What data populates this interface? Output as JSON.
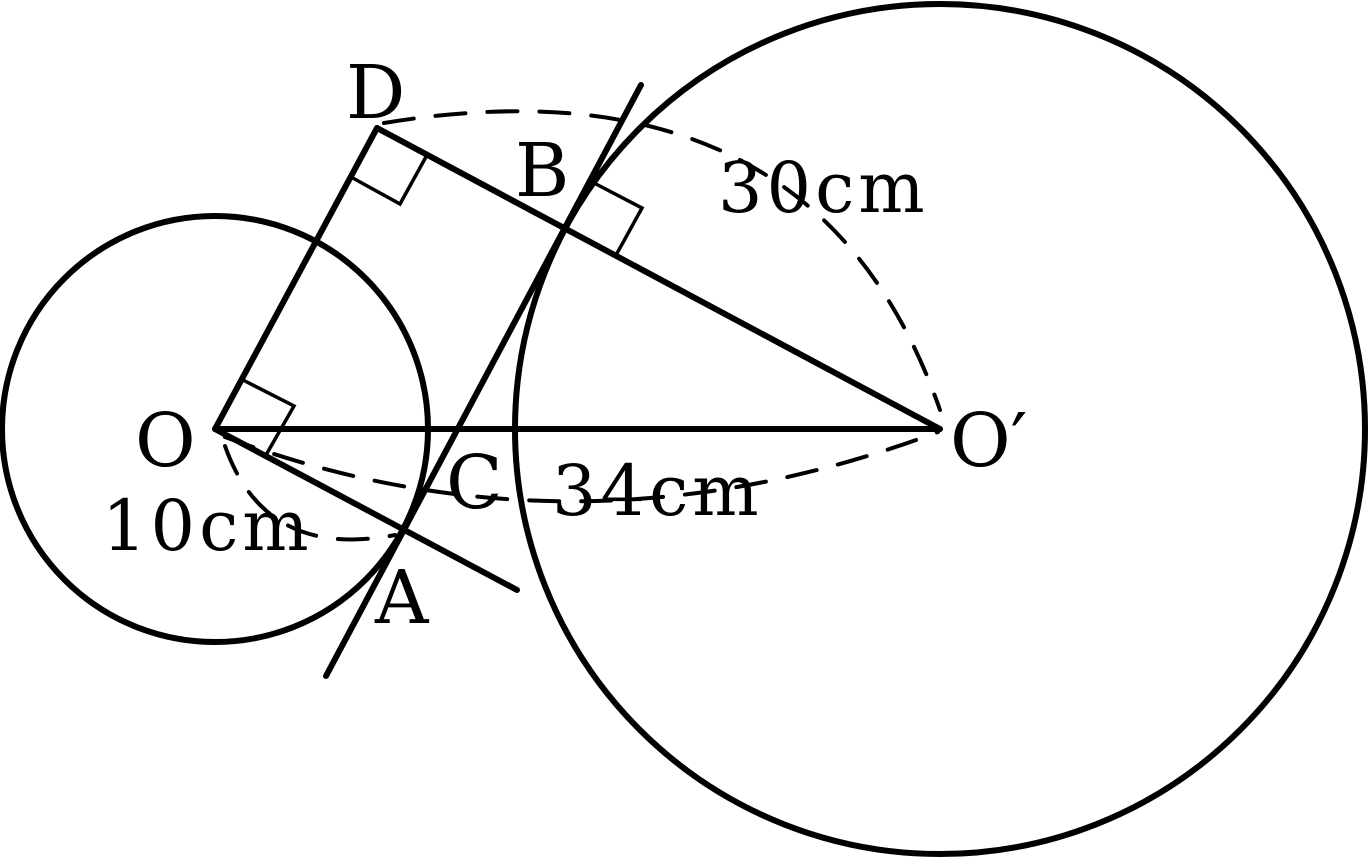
{
  "points": {
    "O": "O",
    "O_prime": "O′",
    "A": "A",
    "B": "B",
    "C": "C",
    "D": "D"
  },
  "measurements": {
    "small_radius": "10cm",
    "large_radius": "30cm",
    "center_distance": "34cm"
  }
}
